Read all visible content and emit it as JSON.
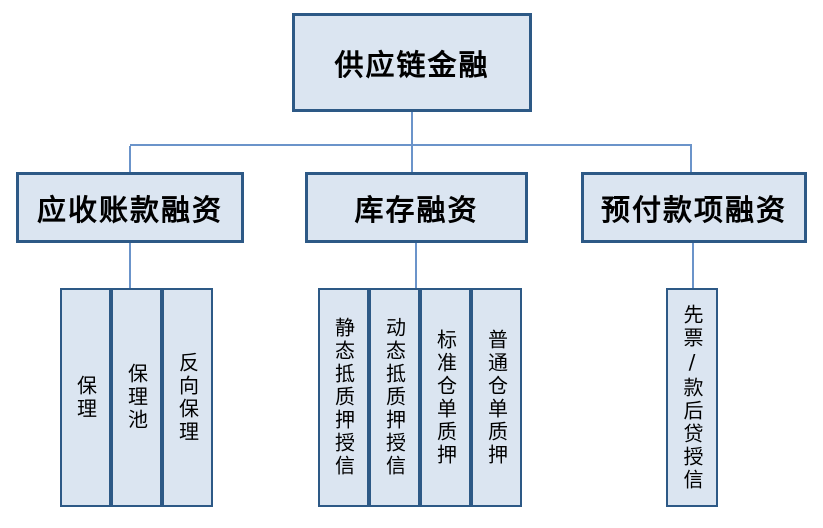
{
  "diagram": {
    "type": "hierarchy-tree",
    "root": {
      "label": "供应链金融"
    },
    "branches": [
      {
        "label": "应收账款融资",
        "children": [
          {
            "label": "保理"
          },
          {
            "label": "保理池"
          },
          {
            "label": "反向保理"
          }
        ]
      },
      {
        "label": "库存融资",
        "children": [
          {
            "label": "静态抵质押授信"
          },
          {
            "label": "动态抵质押授信"
          },
          {
            "label": "标准仓单质押"
          },
          {
            "label": "普通仓单质押"
          }
        ]
      },
      {
        "label": "预付款项融资",
        "children": [
          {
            "label": "先票/款后贷授信"
          }
        ]
      }
    ],
    "colors": {
      "node_fill": "#dbe5f1",
      "node_border": "#2d5986",
      "connector_line": "#6b94ca",
      "text": "#000000",
      "background": "#ffffff"
    }
  }
}
